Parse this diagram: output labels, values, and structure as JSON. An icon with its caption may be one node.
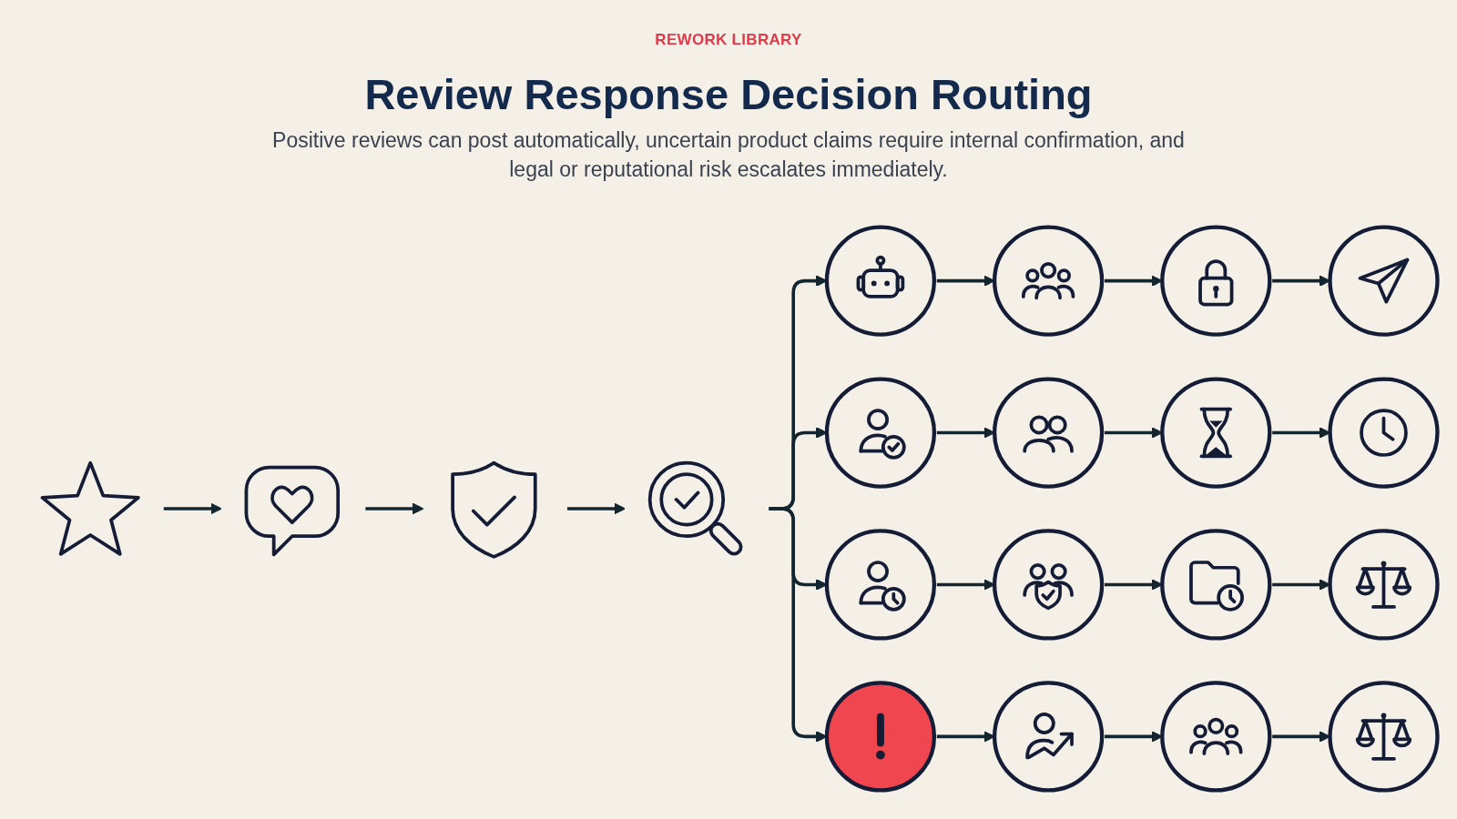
{
  "diagram": {
    "title": "Review Response Decision Routing",
    "labels": [
      "REWORK LIBRARY",
      "Positive reviews can post automatically, uncertain product claims require internal confirmation, and legal or reputational risk escalates immediately."
    ],
    "nodes": [
      {
        "text": [],
        "shape": "picture"
      },
      {
        "text": [],
        "shape": "picture"
      },
      {
        "text": [],
        "shape": "picture"
      },
      {
        "text": [],
        "shape": "picture"
      },
      {
        "text": [],
        "shape": "circle"
      },
      {
        "text": [],
        "shape": "circle"
      },
      {
        "text": [],
        "shape": "circle"
      },
      {
        "text": [],
        "shape": "circle"
      },
      {
        "text": [],
        "shape": "circle"
      },
      {
        "text": [],
        "shape": "circle"
      },
      {
        "text": [],
        "shape": "circle"
      },
      {
        "text": [],
        "shape": "circle"
      },
      {
        "text": [],
        "shape": "circle"
      },
      {
        "text": [],
        "shape": "circle"
      },
      {
        "text": [],
        "shape": "circle"
      },
      {
        "text": [],
        "shape": "circle"
      },
      {
        "text": [],
        "shape": "circle"
      },
      {
        "text": [],
        "shape": "circle"
      },
      {
        "text": [],
        "shape": "circle"
      },
      {
        "text": [],
        "shape": "circle"
      }
    ],
    "edges": [
      {
        "from": 0,
        "to": 1,
        "arrow": "to"
      },
      {
        "from": 1,
        "to": 2,
        "arrow": "to"
      },
      {
        "from": 2,
        "to": 3,
        "arrow": "to"
      },
      {
        "from": 3,
        "to": 4,
        "arrow": "to"
      },
      {
        "from": 3,
        "to": 8,
        "arrow": "to"
      },
      {
        "from": 3,
        "to": 12,
        "arrow": "to"
      },
      {
        "from": 3,
        "to": 16,
        "arrow": "to"
      },
      {
        "from": 4,
        "to": 5,
        "arrow": "to"
      },
      {
        "from": 5,
        "to": 6,
        "arrow": "to"
      },
      {
        "from": 6,
        "to": 7,
        "arrow": "to"
      },
      {
        "from": 8,
        "to": 9,
        "arrow": "to"
      },
      {
        "from": 9,
        "to": 10,
        "arrow": "to"
      },
      {
        "from": 10,
        "to": 11,
        "arrow": "to"
      },
      {
        "from": 12,
        "to": 13,
        "arrow": "to"
      },
      {
        "from": 13,
        "to": 14,
        "arrow": "to"
      },
      {
        "from": 14,
        "to": 15,
        "arrow": "to"
      },
      {
        "from": 16,
        "to": 17,
        "arrow": "to"
      },
      {
        "from": 17,
        "to": 18,
        "arrow": "to"
      },
      {
        "from": 18,
        "to": 19,
        "arrow": "to"
      }
    ]
  }
}
